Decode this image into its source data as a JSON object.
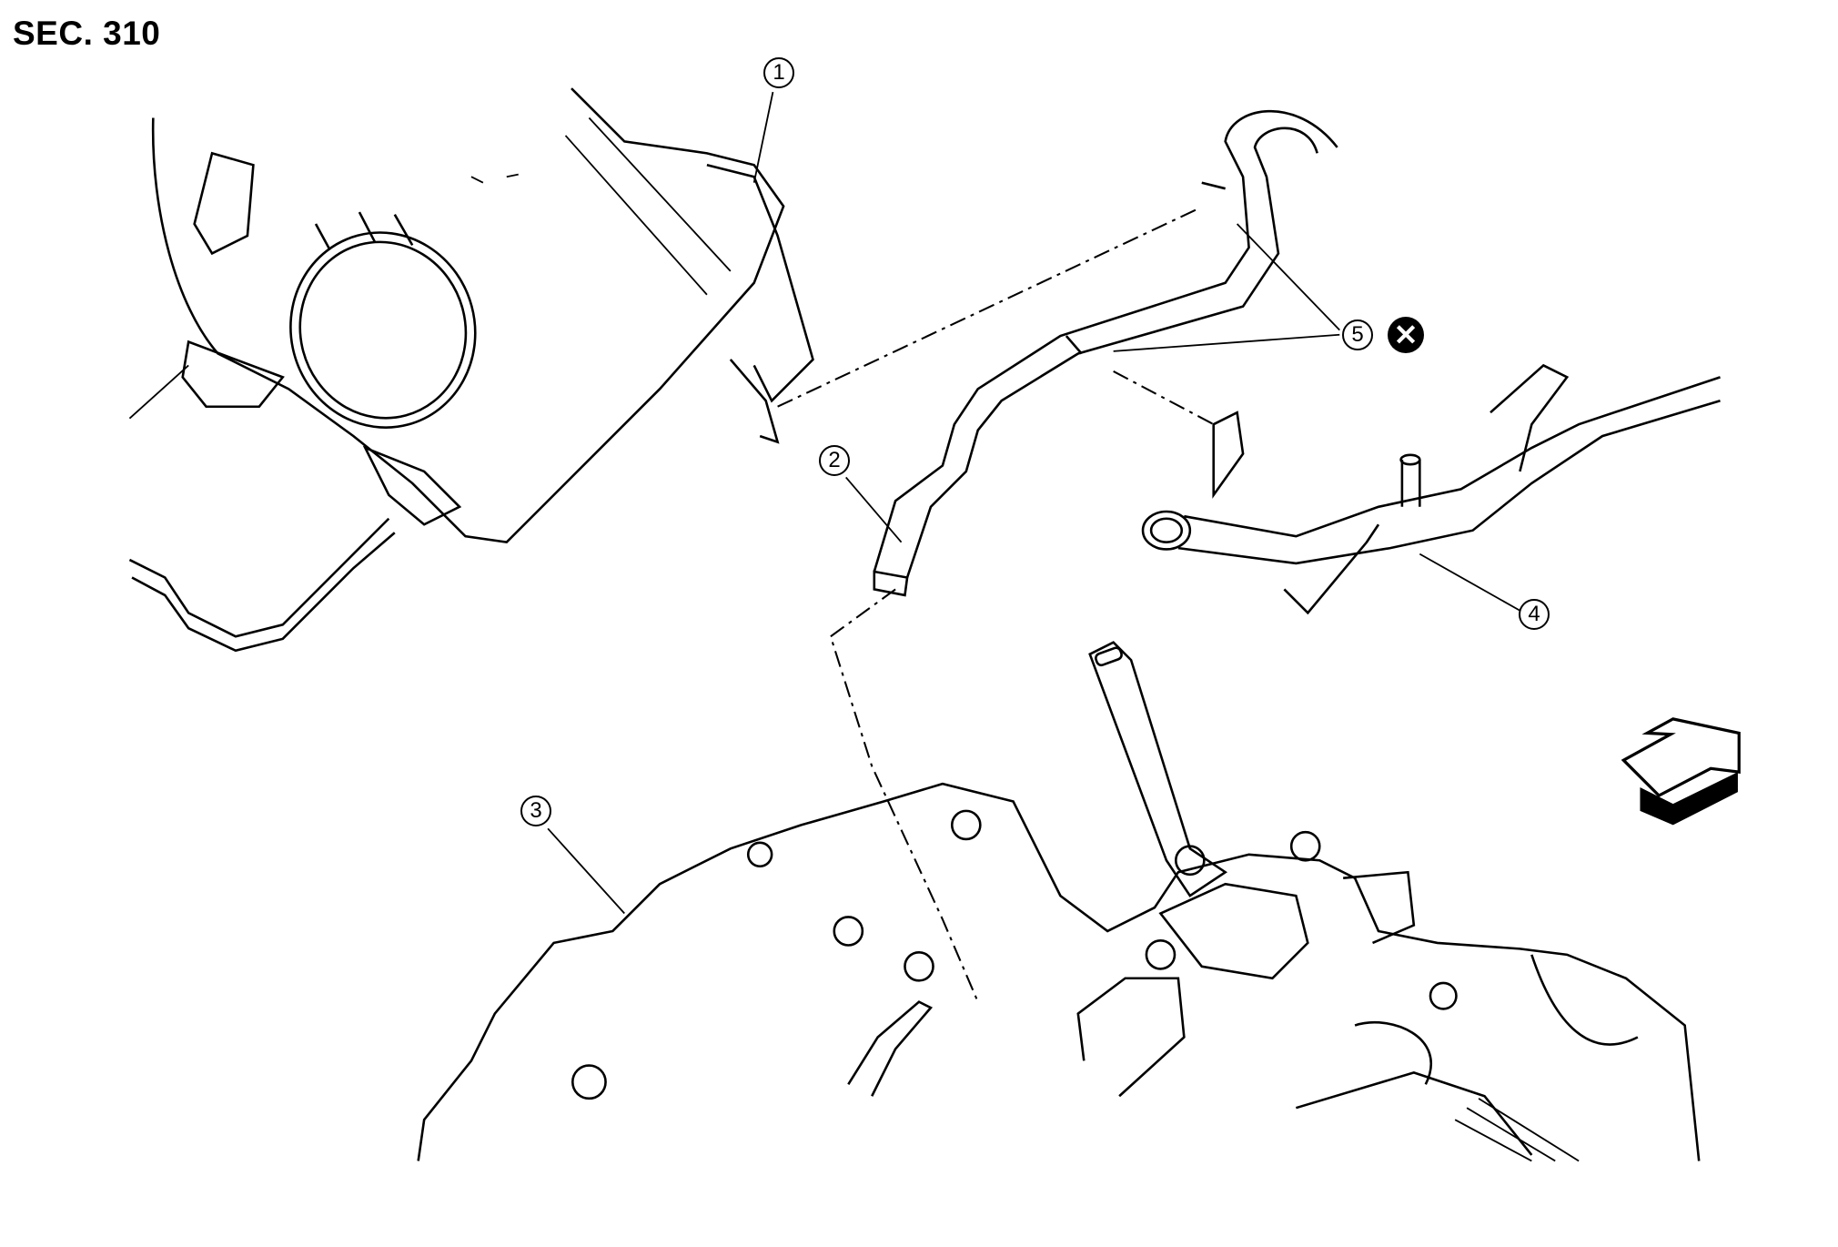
{
  "section_label": "SEC. 310",
  "callouts": [
    {
      "number": "1"
    },
    {
      "number": "2"
    },
    {
      "number": "3"
    },
    {
      "number": "4"
    },
    {
      "number": "5",
      "symbol": "✕"
    }
  ],
  "icons": {
    "not_reusable": "circle-x-icon",
    "front_direction": "front-arrow-icon"
  }
}
